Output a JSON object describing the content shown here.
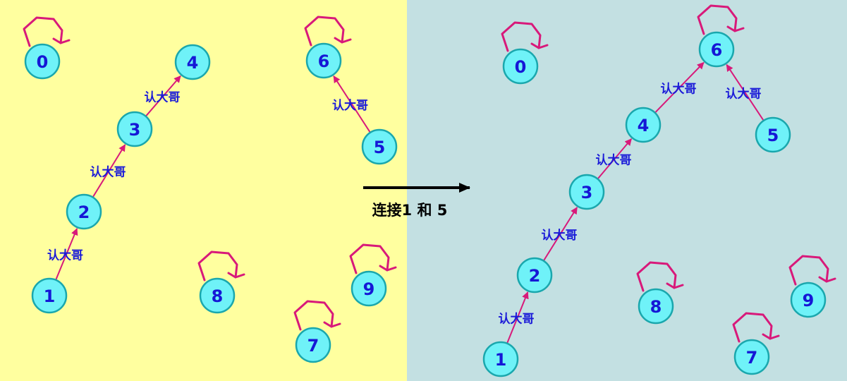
{
  "colors": {
    "left_background": "#ffff9f",
    "right_background": "#c3e0e2",
    "node_fill": "#6ff2f8",
    "node_stroke": "#1aa7ad",
    "node_text": "#1518d6",
    "edge": "#d8197a",
    "edge_label": "#1a1ad8",
    "transition_arrow": "#000000"
  },
  "transition": {
    "label": "连接1 和 5"
  },
  "edge_label": "认大哥",
  "left": {
    "nodes": [
      "0",
      "1",
      "2",
      "3",
      "4",
      "5",
      "6",
      "7",
      "8",
      "9"
    ],
    "edges": [
      {
        "from": "1",
        "to": "2",
        "label": "认大哥"
      },
      {
        "from": "2",
        "to": "3",
        "label": "认大哥"
      },
      {
        "from": "3",
        "to": "4",
        "label": "认大哥"
      },
      {
        "from": "5",
        "to": "6",
        "label": "认大哥"
      }
    ],
    "self_loops": [
      "0",
      "6",
      "7",
      "8",
      "9"
    ]
  },
  "right": {
    "nodes": [
      "0",
      "1",
      "2",
      "3",
      "4",
      "5",
      "6",
      "7",
      "8",
      "9"
    ],
    "edges": [
      {
        "from": "1",
        "to": "2",
        "label": "认大哥"
      },
      {
        "from": "2",
        "to": "3",
        "label": "认大哥"
      },
      {
        "from": "3",
        "to": "4",
        "label": "认大哥"
      },
      {
        "from": "4",
        "to": "6",
        "label": "认大哥"
      },
      {
        "from": "5",
        "to": "6",
        "label": "认大哥"
      }
    ],
    "self_loops": [
      "0",
      "6",
      "7",
      "8",
      "9"
    ]
  }
}
